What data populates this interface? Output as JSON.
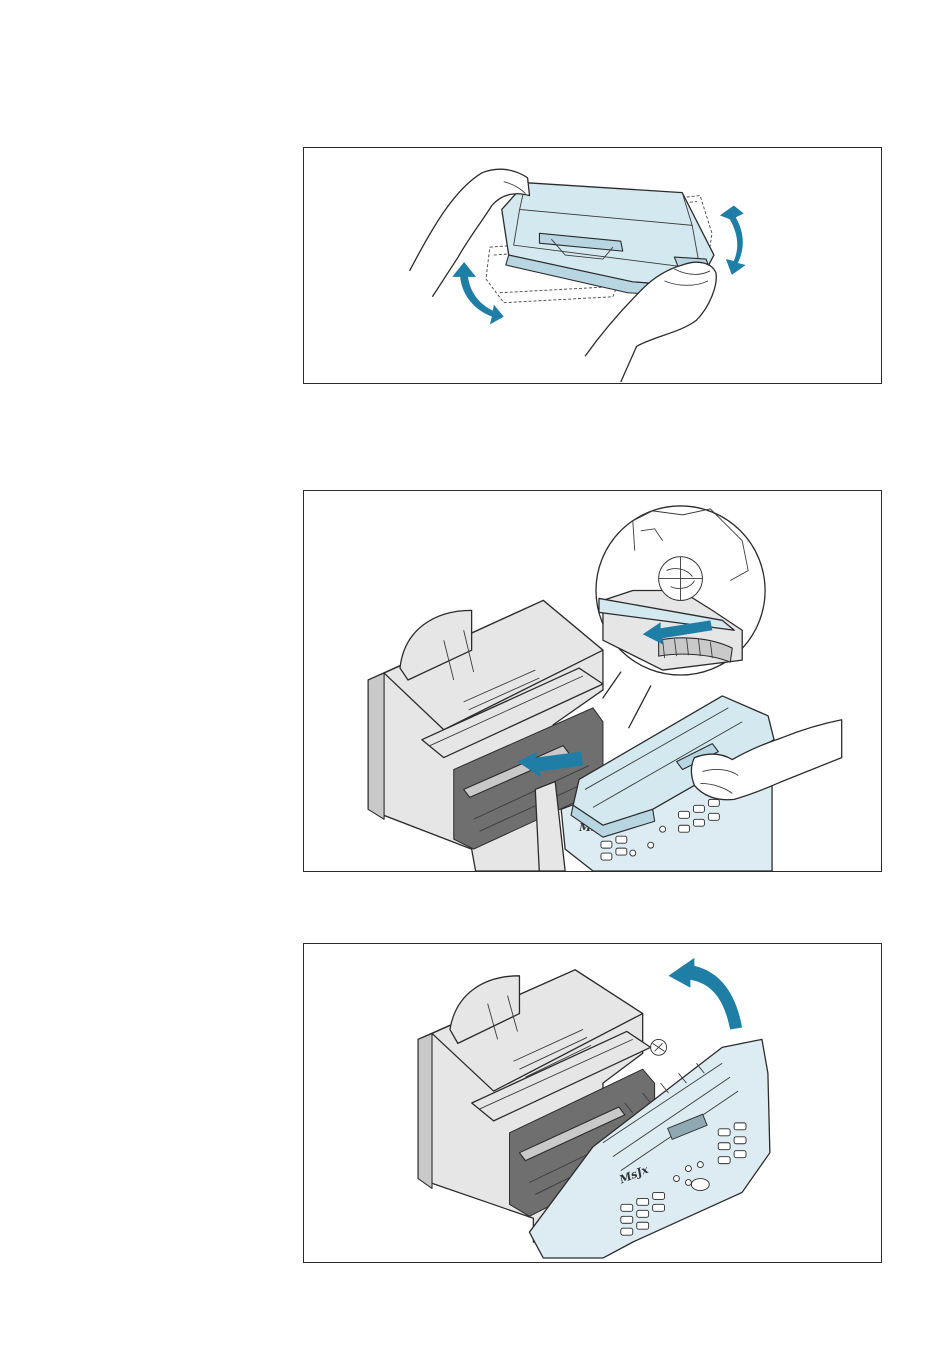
{
  "page": {
    "background": "#ffffff"
  },
  "colors": {
    "accent_arrow": "#1f7ea6",
    "cartridge": "#d3e8ef",
    "machine": "#e6e6e6",
    "frame": "#2a2a2a"
  },
  "figures": [
    {
      "id": "fig1",
      "depicts": "hands-shaking-cartridge",
      "icons": [
        "curved-arrow-icon",
        "curved-arrow-icon"
      ]
    },
    {
      "id": "fig2",
      "depicts": "inserting-cartridge-with-detail-callout",
      "icons": [
        "arrow-icon",
        "arrow-icon"
      ]
    },
    {
      "id": "fig3",
      "depicts": "closing-front-cover",
      "icons": [
        "curved-arrow-icon"
      ]
    }
  ]
}
